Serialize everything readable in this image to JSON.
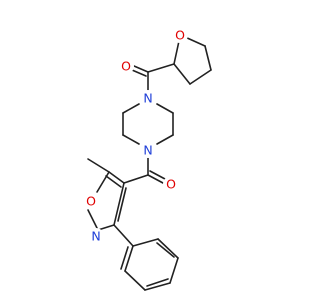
{
  "molecule": {
    "atoms": [
      {
        "id": "O_thf",
        "label": "O",
        "color": "#e00000"
      },
      {
        "id": "O_carbonyl_top",
        "label": "O",
        "color": "#e00000"
      },
      {
        "id": "N_top",
        "label": "N",
        "color": "#1f3fd8"
      },
      {
        "id": "N_bottom",
        "label": "N",
        "color": "#1f3fd8"
      },
      {
        "id": "O_carbonyl_bottom",
        "label": "O",
        "color": "#e00000"
      },
      {
        "id": "O_isoxazole",
        "label": "O",
        "color": "#e00000"
      },
      {
        "id": "N_isoxazole",
        "label": "N",
        "color": "#1f3fd8"
      }
    ],
    "bond_color": "#222222"
  }
}
